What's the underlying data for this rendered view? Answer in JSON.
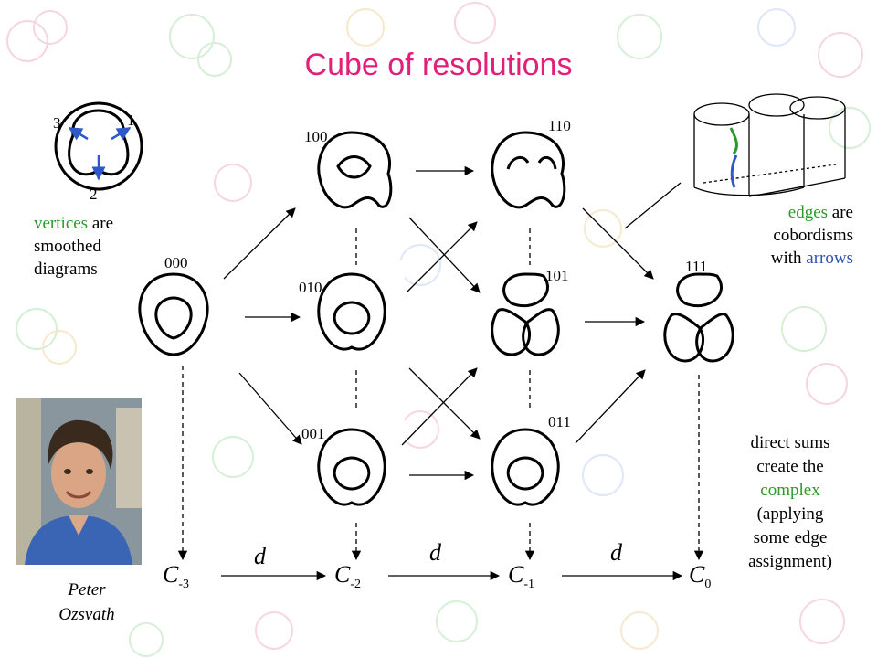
{
  "title": "Cube of resolutions",
  "vertex_labels": [
    "000",
    "100",
    "010",
    "001",
    "110",
    "101",
    "011",
    "111"
  ],
  "crossing_labels": [
    "3",
    "1",
    "2"
  ],
  "notes": {
    "vertices": {
      "highlight": "vertices",
      "line1_rest": " are",
      "line2": "smoothed",
      "line3": "diagrams"
    },
    "edges": {
      "highlight": "edges",
      "line1_rest": " are",
      "line2": "cobordisms",
      "line3_prefix": "with ",
      "line3_highlight": "arrows"
    },
    "sums": {
      "line1": "direct sums",
      "line2": "create the",
      "line3": "complex",
      "line4": "(applying",
      "line5": "some edge",
      "line6": "assignment)"
    }
  },
  "complex": {
    "terms": [
      {
        "base": "C",
        "sub": "-3"
      },
      {
        "base": "C",
        "sub": "-2"
      },
      {
        "base": "C",
        "sub": "-1"
      },
      {
        "base": "C",
        "sub": "0"
      }
    ],
    "differential": "d"
  },
  "caption": {
    "line1": "Peter",
    "line2": "Ozsvath"
  },
  "colors": {
    "title": "#e0207a",
    "green": "#2a9a2a",
    "blue": "#3050b0",
    "arrow_blue": "#2c58c8"
  }
}
